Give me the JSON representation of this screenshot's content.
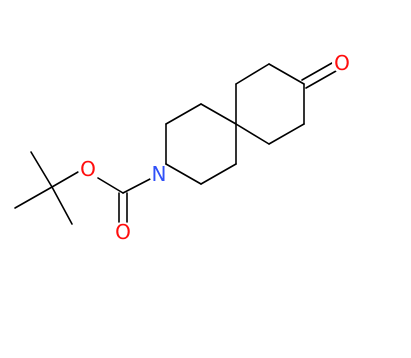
{
  "molecule": {
    "atoms": {
      "ketone_oxygen": {
        "symbol": "O",
        "color": "#ff0d0d"
      },
      "ester_oxygen": {
        "symbol": "O",
        "color": "#ff0d0d"
      },
      "carbonyl_oxygen": {
        "symbol": "O",
        "color": "#ff0d0d"
      },
      "nitrogen": {
        "symbol": "N",
        "color": "#3050f8"
      }
    },
    "bond_color": "#000000"
  }
}
